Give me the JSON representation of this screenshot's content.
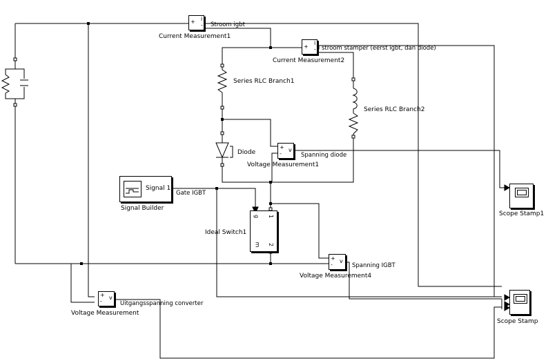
{
  "blocks": {
    "current_measurement1": {
      "name": "Current Measurement1",
      "ports": [
        "+",
        "-",
        "i"
      ]
    },
    "current_measurement2": {
      "name": "Current Measurement2",
      "ports": [
        "+",
        "-",
        "i"
      ]
    },
    "series_rlc_branch1": {
      "name": "Series RLC Branch1"
    },
    "series_rlc_branch2": {
      "name": "Series RLC Branch2"
    },
    "diode": {
      "name": "Diode"
    },
    "voltage_measurement1": {
      "name": "Voltage Measurement1",
      "ports": [
        "+",
        "-",
        "v"
      ]
    },
    "signal_builder": {
      "name": "Signal Builder",
      "output_label": "Signal 1"
    },
    "ideal_switch1": {
      "name": "Ideal Switch1",
      "port_g": "g",
      "port_1": "1",
      "port_m": "m",
      "port_2": "2"
    },
    "voltage_measurement4": {
      "name": "Voltage Measurement4",
      "ports": [
        "+",
        "-",
        "v"
      ]
    },
    "voltage_measurement": {
      "name": "Voltage Measurement",
      "ports": [
        "+",
        "-",
        "v"
      ]
    },
    "scope_stamp1": {
      "name": "Scope Stamp1"
    },
    "scope_stamp": {
      "name": "Scope Stamp"
    }
  },
  "signals": {
    "stroom_igbt": "Stroom igbt",
    "stroom_stamper": "stroom stamper (eerst igbt, dan diode)",
    "spanning_diode": "Spanning diode",
    "gate_igbt": "Gate IGBT",
    "spanning_igbt": "Spanning IGBT",
    "uitgangsspanning": "Uitgangsspanning converter"
  },
  "colors": {
    "line": "#000000",
    "background": "#ffffff"
  }
}
